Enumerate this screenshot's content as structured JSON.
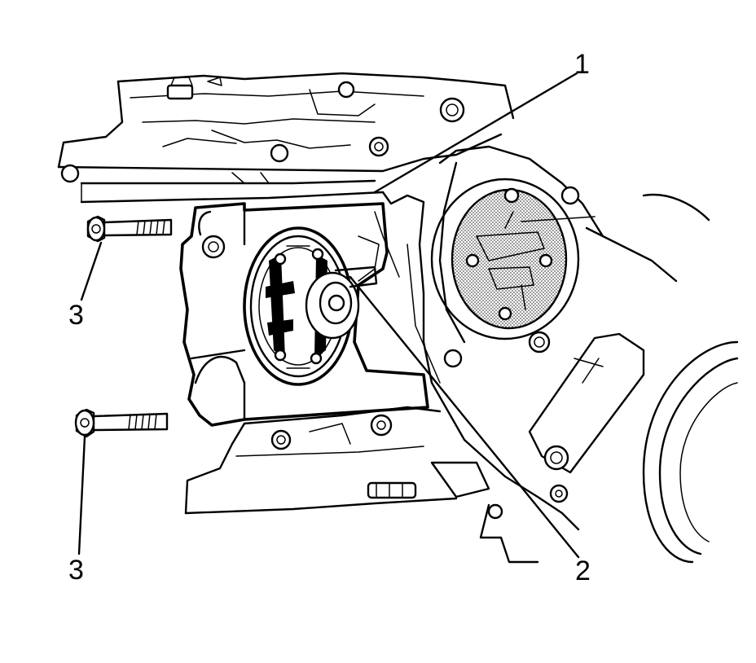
{
  "diagram": {
    "callouts": [
      {
        "id": "1",
        "label": "1"
      },
      {
        "id": "2",
        "label": "2"
      },
      {
        "id": "3a",
        "label": "3"
      },
      {
        "id": "3b",
        "label": "3"
      }
    ],
    "colors": {
      "line": "#000000",
      "background": "#ffffff",
      "screen": "#b0b0b0"
    }
  }
}
